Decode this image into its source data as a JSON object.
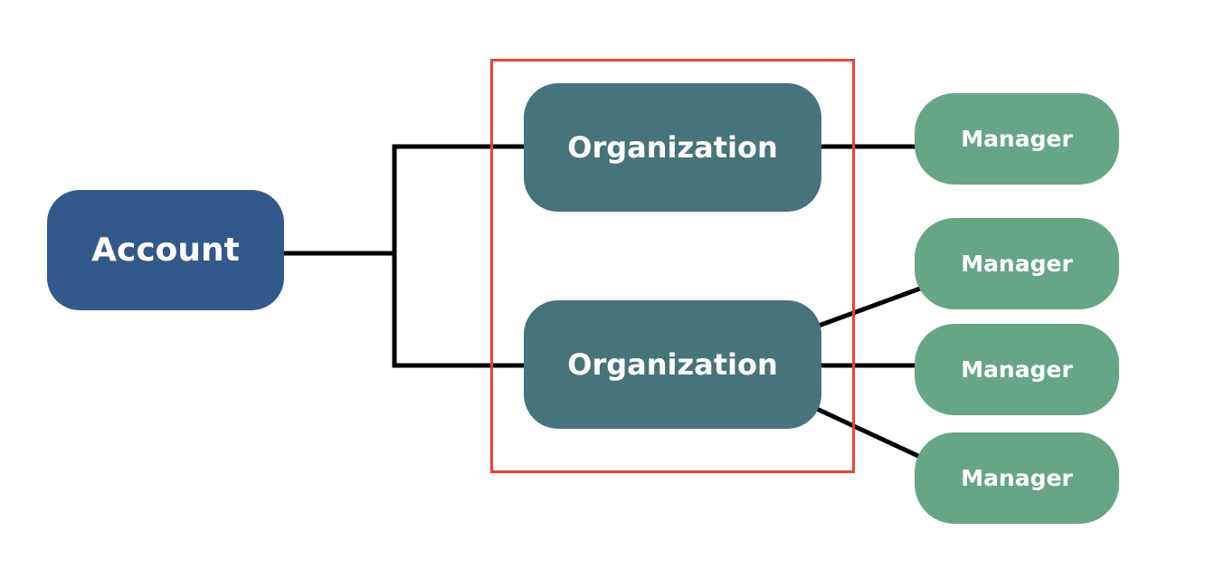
{
  "colors": {
    "account": "#33598a",
    "organization": "#47747a",
    "manager": "#66a686",
    "connector": "#000000",
    "highlight": "#ea4232"
  },
  "nodes": {
    "account": {
      "label": "Account"
    },
    "organizations": [
      {
        "label": "Organization"
      },
      {
        "label": "Organization"
      }
    ],
    "managers": [
      {
        "label": "Manager"
      },
      {
        "label": "Manager"
      },
      {
        "label": "Manager"
      },
      {
        "label": "Manager"
      }
    ]
  }
}
